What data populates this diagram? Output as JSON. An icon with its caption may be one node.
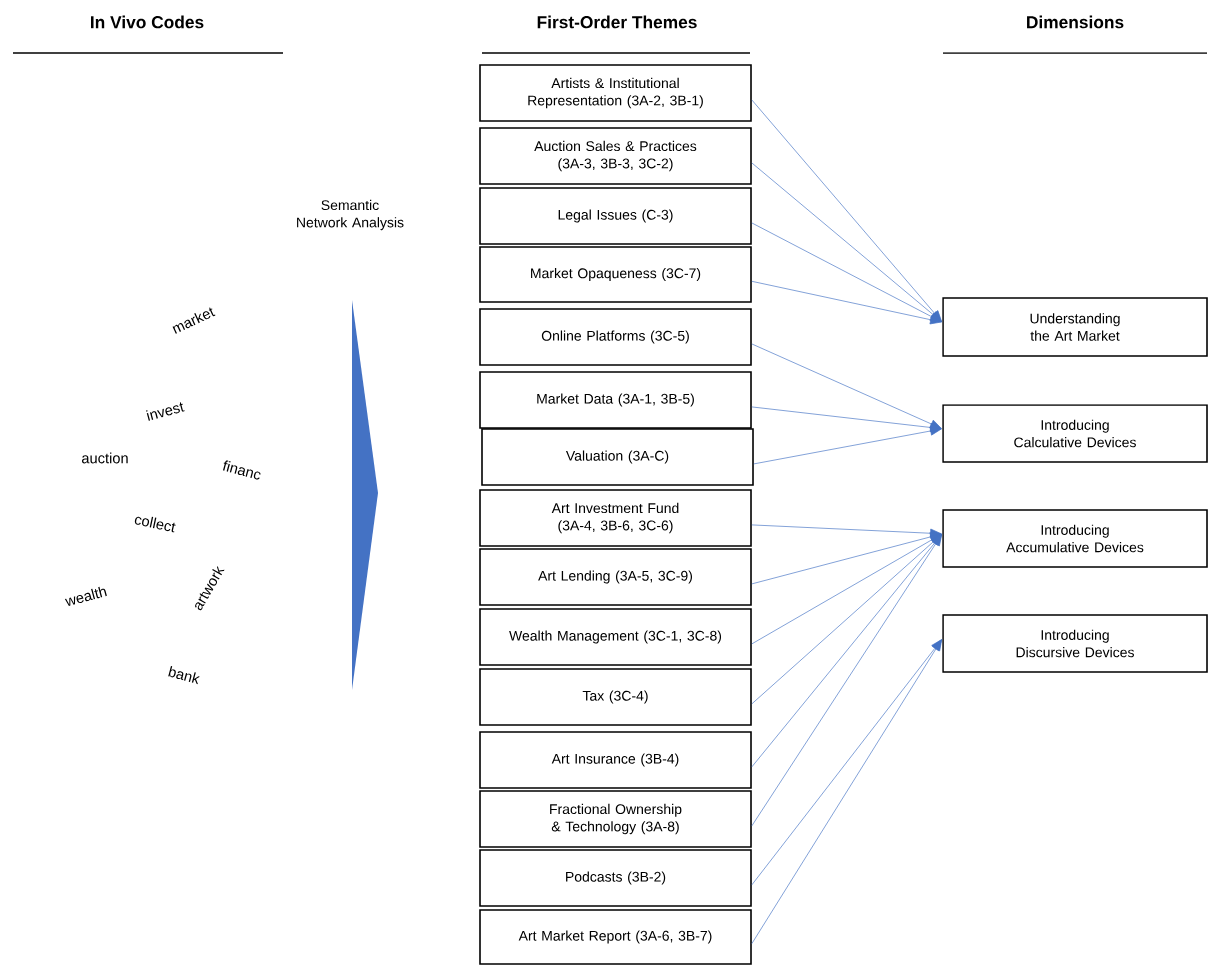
{
  "diagram": {
    "nodes": [
      {
        "text": [
          "Artists & Institutional Representation (3A-2, 3B-1)"
        ]
      },
      {
        "text": [
          "Auction Sales & Practices (3A-3, 3B-3, 3C-2)"
        ]
      },
      {
        "text": [
          "Legal Issues (C-3)"
        ]
      },
      {
        "text": [
          "Market Opaqueness (3C-7)"
        ]
      },
      {
        "text": [
          "Online Platforms (3C-5)"
        ]
      },
      {
        "text": [
          "Market Data (3A-1, 3B-5)"
        ]
      },
      {
        "text": [
          "Valuation (3A-C)"
        ]
      },
      {
        "text": [
          "Art Investment Fund (3A-4, 3B-6, 3C-6)"
        ]
      },
      {
        "text": [
          "Art Lending (3A-5, 3C-9)"
        ]
      },
      {
        "text": [
          "Wealth Management (3C-1, 3C-8)"
        ]
      },
      {
        "text": [
          "Tax (3C-4)"
        ]
      },
      {
        "text": [
          "Art Insurance (3B-4)"
        ]
      },
      {
        "text": [
          "Fractional Ownership & Technology (3A-8)"
        ]
      },
      {
        "text": [
          "Podcasts (3B-2)"
        ]
      },
      {
        "text": [
          "Art Market Report (3A-6, 3B-7)"
        ]
      },
      {
        "text": [
          "Understanding the Art Market"
        ]
      },
      {
        "text": [
          "Introducing Calculative Devices"
        ]
      },
      {
        "text": [
          "Introducing Accumulative Devices"
        ]
      },
      {
        "text": [
          "Introducing Discursive Devices"
        ]
      }
    ],
    "edges": [
      {
        "from": 0,
        "to": 15,
        "arrow": "to"
      },
      {
        "from": 1,
        "to": 15,
        "arrow": "to"
      },
      {
        "from": 2,
        "to": 15,
        "arrow": "to"
      },
      {
        "from": 3,
        "to": 15,
        "arrow": "to"
      },
      {
        "from": 4,
        "to": 16,
        "arrow": "to"
      },
      {
        "from": 5,
        "to": 16,
        "arrow": "to"
      },
      {
        "from": 6,
        "to": 16,
        "arrow": "to"
      },
      {
        "from": 7,
        "to": 17,
        "arrow": "to"
      },
      {
        "from": 8,
        "to": 17,
        "arrow": "to"
      },
      {
        "from": 9,
        "to": 17,
        "arrow": "to"
      },
      {
        "from": 10,
        "to": 17,
        "arrow": "to"
      },
      {
        "from": 11,
        "to": 17,
        "arrow": "to"
      },
      {
        "from": 12,
        "to": 17,
        "arrow": "to"
      },
      {
        "from": 13,
        "to": 18,
        "arrow": "to"
      },
      {
        "from": 14,
        "to": 18,
        "arrow": "to"
      }
    ],
    "labels": [
      "In Vivo Codes",
      "First-Order Themes",
      "Dimensions",
      "Semantic Network Analysis",
      "market",
      "invest",
      "auction",
      "financ",
      "collect",
      "wealth",
      "artwork",
      "bank"
    ]
  }
}
